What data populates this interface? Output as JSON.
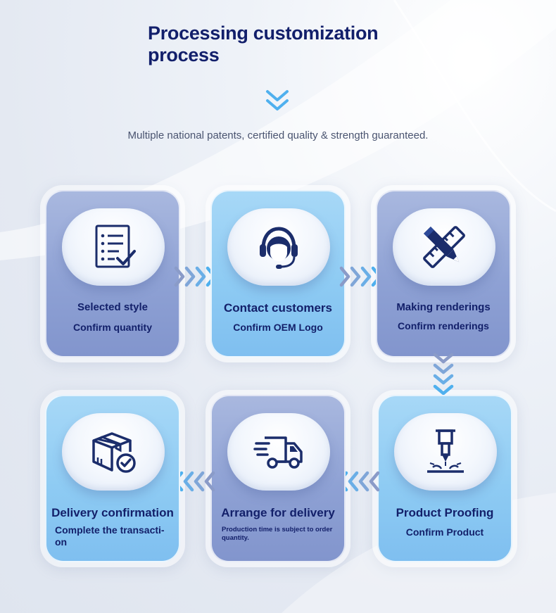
{
  "header": {
    "title": "Processing customization process",
    "subtitle": "Multiple national patents, certified quality & strength guaranteed."
  },
  "steps": [
    {
      "title": "Selected style",
      "subtitle": "Confirm quantity",
      "icon": "checklist-icon"
    },
    {
      "title": "Contact customers",
      "subtitle": "Confirm OEM Logo",
      "icon": "headset-icon"
    },
    {
      "title": "Making renderings",
      "subtitle": "Confirm renderings",
      "icon": "pencil-ruler-icon"
    },
    {
      "title": "Product Proofing",
      "subtitle": "Confirm Product",
      "icon": "laser-cutter-icon"
    },
    {
      "title": "Arrange for delivery",
      "subtitle": "Production time is subject to order quantity.",
      "icon": "delivery-truck-icon"
    },
    {
      "title": "Delivery confirmation",
      "subtitle": "Complete the transacti-\non",
      "icon": "package-check-icon"
    }
  ],
  "colors": {
    "title": "#121f6b",
    "card_dark": "#8ea1d4",
    "card_light": "#8ecbf3",
    "arrow": "#4fb0ee"
  }
}
